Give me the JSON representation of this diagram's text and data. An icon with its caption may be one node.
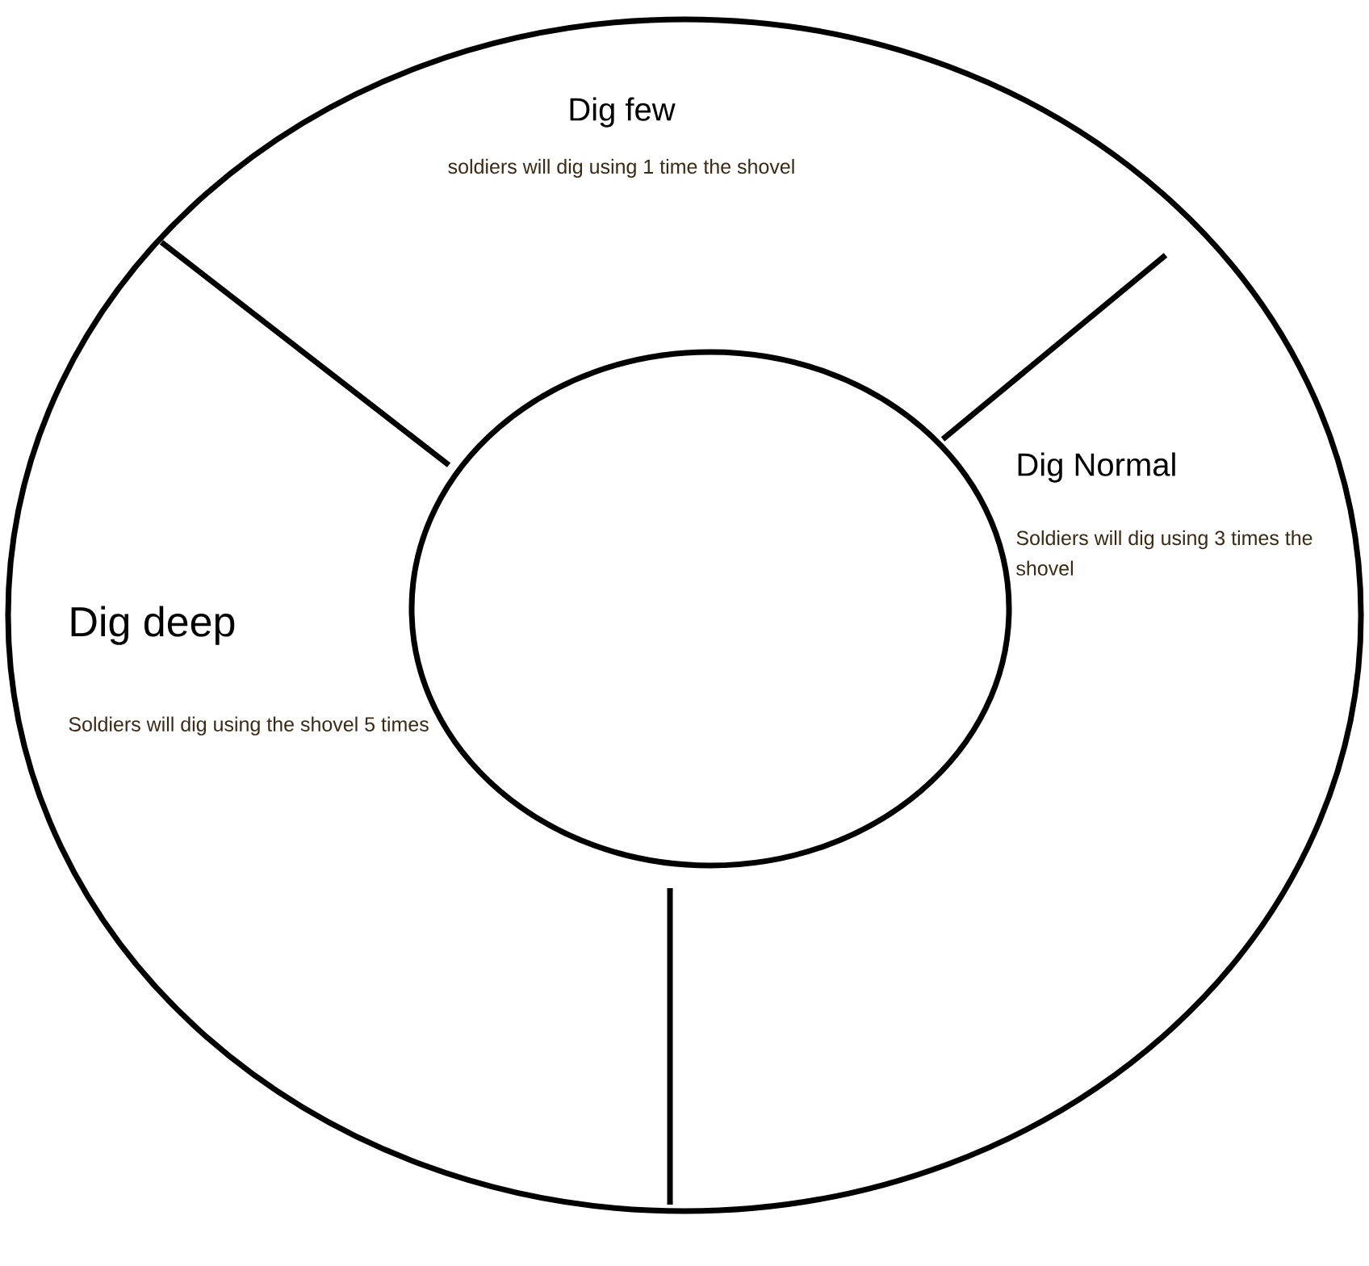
{
  "diagram": {
    "nodes": [
      {
        "text": [
          "Dig few",
          "soldiers will dig using 1 time the shovel"
        ]
      },
      {
        "text": [
          "Dig Normal",
          "Soldiers will dig using 3 times the shovel"
        ]
      },
      {
        "text": [
          "Dig deep",
          "Soldiers will dig using the shovel 5 times"
        ]
      },
      {
        "text": [],
        "shape": "circle"
      }
    ]
  }
}
